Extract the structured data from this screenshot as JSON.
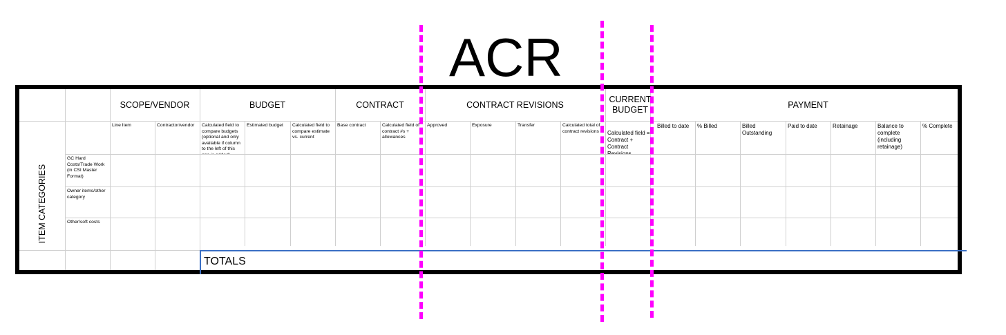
{
  "title": "ACR",
  "headers": {
    "scope_vendor": "SCOPE/VENDOR",
    "budget": "BUDGET",
    "contract": "CONTRACT",
    "contract_revisions": "CONTRACT REVISIONS",
    "current_budget": "CURRENT BUDGET",
    "payment": "PAYMENT"
  },
  "subheaders": {
    "line_item": "Line Item",
    "contractor_vendor": "Contractor/vendor",
    "budget_compare": "Calculated field to compare budgets (optional and only available if column to the left of this one is added)",
    "estimated_budget": "Estimated budget",
    "compare_estimate": "Calculated field to compare estimate vs. current",
    "base_contract": "Base contract",
    "contract_calc": "Calculated field of contract #s + allowances",
    "approved": "Approved",
    "exposure": "Exposure",
    "transfer": "Transfer",
    "revisions_total": "Calculated total of contract revisions",
    "current_budget_calc": "Calculated field = Contract + Contract Revisions",
    "billed_to_date": "Billed to date",
    "pct_billed": "% Billed",
    "billed_outstanding": "Billed Outstanding",
    "paid_to_date": "Paid to date",
    "retainage": "Retainage",
    "balance_to_complete": "Balance to complete (including retainage)",
    "pct_complete": "% Complete"
  },
  "item_categories_label": "ITEM CATEGORIES",
  "rows": [
    "GC Hard Costs/Trade Work (in CSI Master Format)",
    "Owner items/other category",
    "Other/soft costs"
  ],
  "totals_label": "TOTALS",
  "colors": {
    "marker": "#ff00ff",
    "totals_border": "#3a6fc4",
    "grid": "#cfcfcf"
  }
}
